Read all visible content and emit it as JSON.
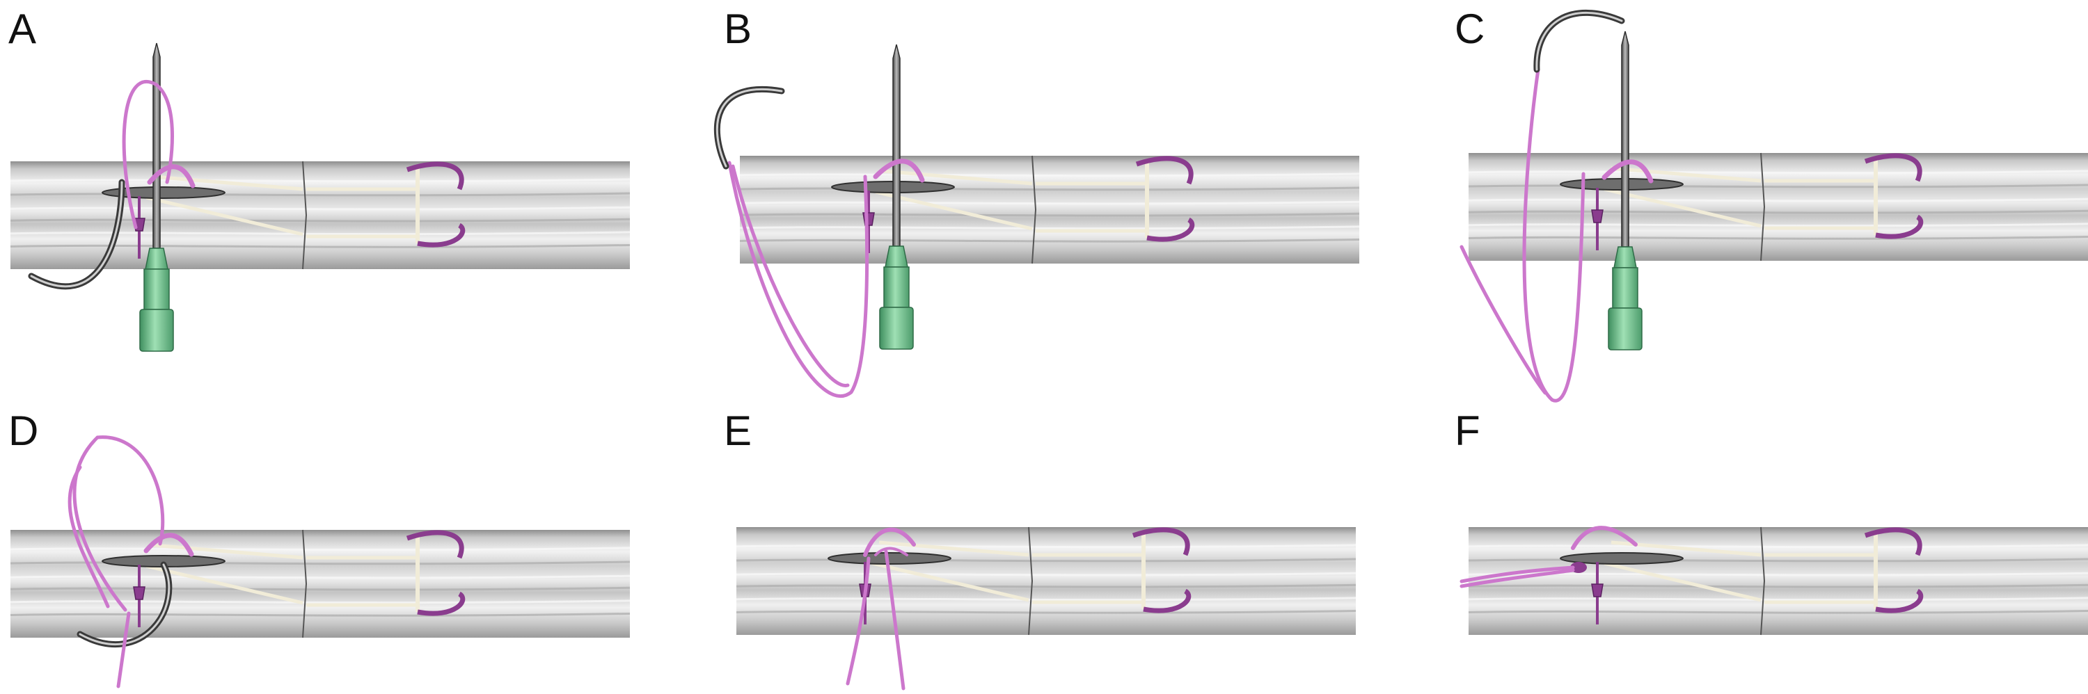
{
  "panels": [
    {
      "label": "A",
      "stage": "needle-through"
    },
    {
      "label": "B",
      "stage": "needle-behind"
    },
    {
      "label": "C",
      "stage": "needle-above"
    },
    {
      "label": "D",
      "stage": "loop-wrap"
    },
    {
      "label": "E",
      "stage": "tails-out"
    },
    {
      "label": "F",
      "stage": "knot-tied"
    }
  ],
  "colors": {
    "background": "#ffffff",
    "tendon_light": "#eeeeee",
    "tendon_dark": "#a6a6a6",
    "suture": "#cc77cc",
    "suture_dark": "#8a3c8e",
    "needle_steel": "#8f8f8f",
    "needle_hub": "#6fbf8d",
    "core_suture": "#f1ecd8",
    "label": "#111111"
  }
}
